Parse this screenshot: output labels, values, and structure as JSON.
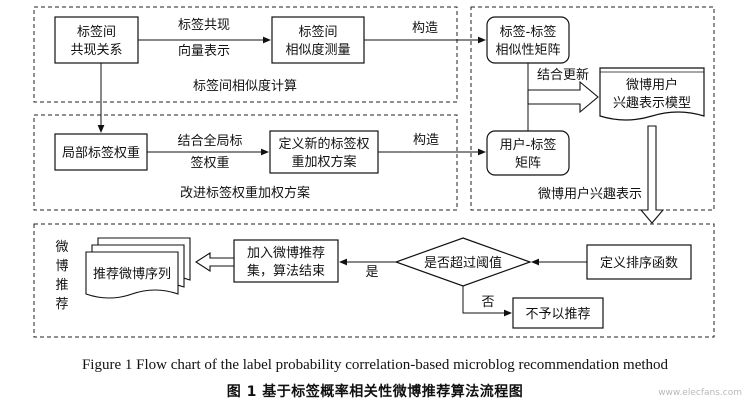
{
  "regions": {
    "similarity": "标签间相似度计算",
    "weighting": "改进标签权重加权方案",
    "interest": "微博用户兴趣表示"
  },
  "nodes": {
    "co_relation": [
      "标签间",
      "共现关系"
    ],
    "similarity_measure": [
      "标签间",
      "相似度测量"
    ],
    "tag_similarity_matrix": [
      "标签-标签",
      "相似性矩阵"
    ],
    "local_weight": "局部标签权重",
    "new_weight_scheme": [
      "定义新的标签权",
      "重加权方案"
    ],
    "user_tag_matrix": [
      "用户-标签",
      "矩阵"
    ],
    "interest_model": [
      "微博用户",
      "兴趣表示模型"
    ],
    "define_rank": "定义排序函数",
    "decision": "是否超过阈值",
    "add_to_set": [
      "加入微博推荐",
      "集，算法结束"
    ],
    "not_recommend": "不予以推荐",
    "rec_list": "推荐微博序列",
    "weibo_rec_vertical": [
      "微",
      "博",
      "推",
      "荐"
    ]
  },
  "edge_labels": {
    "co_vector": [
      "标签共现",
      "向量表示"
    ],
    "construct_1": "构造",
    "combine_global": [
      "结合全局标",
      "签权重"
    ],
    "construct_2": "构造",
    "combine_update": "结合更新",
    "yes": "是",
    "no": "否"
  },
  "captions": {
    "en": "Figure 1   Flow chart of the label probability correlation-based microblog recommendation method",
    "zh": "图 1   基于标签概率相关性微博推荐算法流程图"
  },
  "watermark": "www.elecfans.com"
}
